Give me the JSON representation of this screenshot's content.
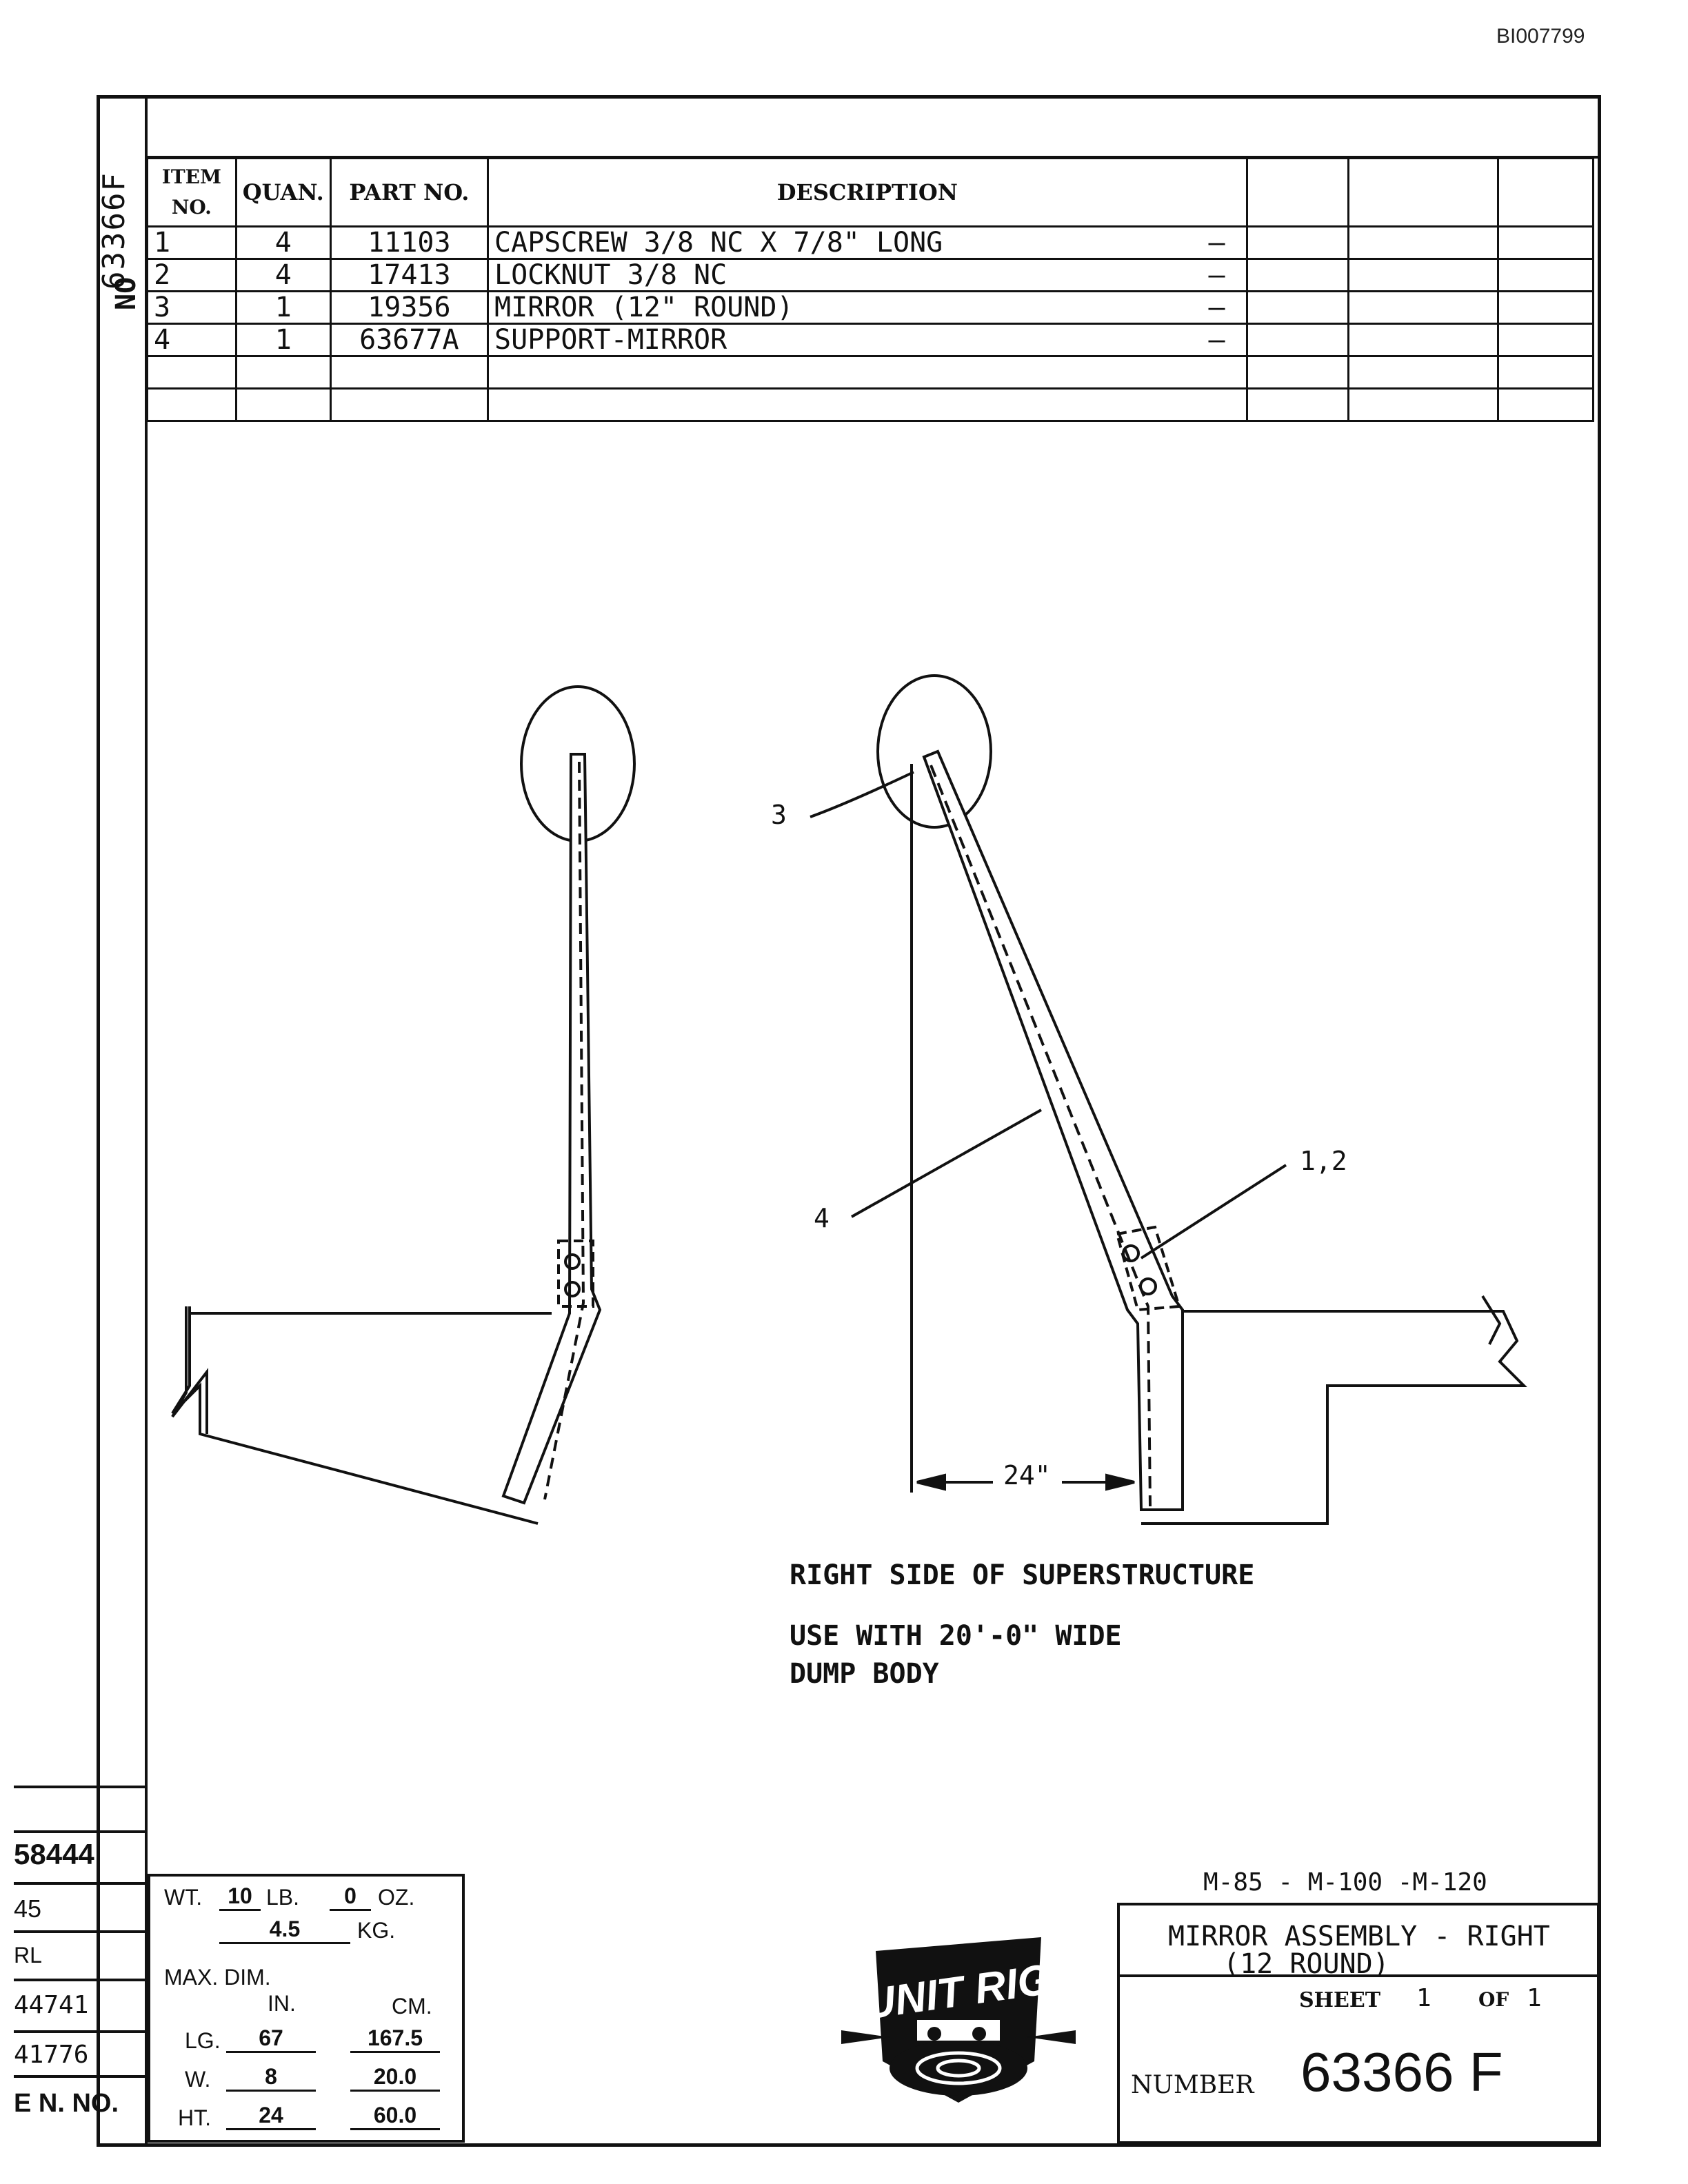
{
  "doc_id": "BI007799",
  "side_number": "63366F",
  "side_no_label": "NO",
  "bom": {
    "headers": {
      "item": "ITEM NO.",
      "quan": "QUAN.",
      "part": "PART NO.",
      "desc": "DESCRIPTION"
    },
    "rows": [
      {
        "item": "1",
        "quan": "4",
        "part": "11103",
        "desc": "CAPSCREW 3/8 NC X 7/8\" LONG",
        "mark": "–"
      },
      {
        "item": "2",
        "quan": "4",
        "part": "17413",
        "desc": "LOCKNUT 3/8 NC",
        "mark": "–"
      },
      {
        "item": "3",
        "quan": "1",
        "part": "19356",
        "desc": "MIRROR (12\" ROUND)",
        "mark": "–"
      },
      {
        "item": "4",
        "quan": "1",
        "part": "63677A",
        "desc": "SUPPORT-MIRROR",
        "mark": "–"
      }
    ]
  },
  "callouts": {
    "c3": "3",
    "c4": "4",
    "c12": "1,2",
    "dim": "24\""
  },
  "notes": {
    "line1": "RIGHT SIDE OF SUPERSTRUCTURE",
    "line2": "USE WITH 20'-0\" WIDE",
    "line3": "DUMP BODY"
  },
  "left_tabs": {
    "t1": "58444",
    "t2": "45",
    "t3": "RL",
    "t4": "44741",
    "t5": "41776",
    "t6": "E N. NO."
  },
  "weights": {
    "wt_label": "WT.",
    "lb_value": "10",
    "lb_label": "LB.",
    "oz_value": "0",
    "oz_label": "OZ.",
    "kg_value": "4.5",
    "kg_label": "KG.",
    "max_dim": "MAX. DIM.",
    "in_label": "IN.",
    "cm_label": "CM.",
    "lg_label": "LG.",
    "lg_in": "67",
    "lg_cm": "167.5",
    "w_label": "W.",
    "w_in": "8",
    "w_cm": "20.0",
    "ht_label": "HT.",
    "ht_in": "24",
    "ht_cm": "60.0"
  },
  "logo": "UNIT RIG",
  "title_block": {
    "models": "M-85 - M-100 -M-120",
    "title1": "MIRROR ASSEMBLY - RIGHT",
    "title2": "(12 ROUND)",
    "sheet_label": "SHEET",
    "sheet_num": "1",
    "of_label": "OF",
    "sheet_total": "1",
    "number_label": "NUMBER",
    "number": "63366 F"
  }
}
